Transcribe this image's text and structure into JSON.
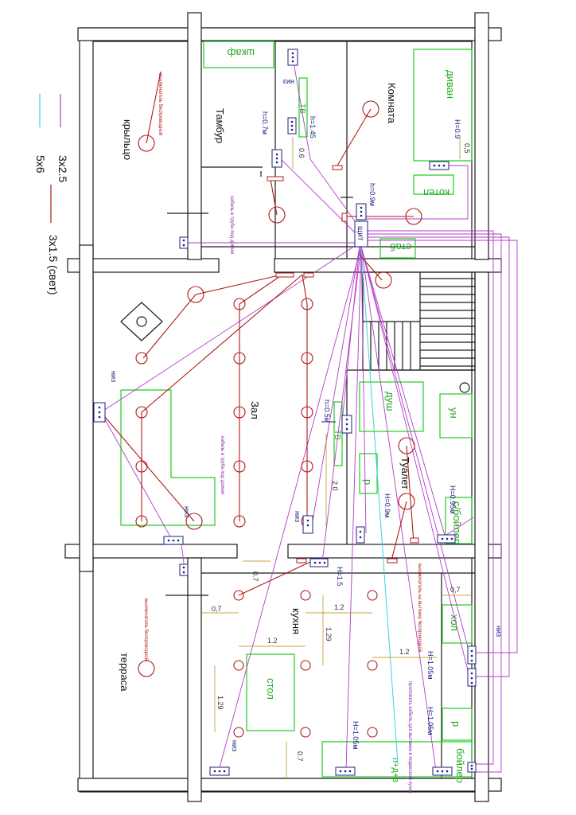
{
  "legend": {
    "items": [
      {
        "label": "3х2.5",
        "color": "#b23cc8"
      },
      {
        "label": "5х6",
        "color": "#3fd0d6"
      },
      {
        "label": "3х1.5 (свет)",
        "color": "#b01a1a"
      }
    ]
  },
  "rooms": {
    "komnata": "Комната",
    "tambur": "Тамбур",
    "kryltso": "крыльцо",
    "zal": "Зал",
    "tualet": "Туалет",
    "kukhnya": "кухня",
    "terrasa": "терраса"
  },
  "furniture": {
    "shkaf": "шкаф",
    "divan": "диван",
    "tv1": "ТВ",
    "tv2": "ТВ",
    "kotel": "котел",
    "stab": "стаб",
    "dush": "душ",
    "un": "ун",
    "r1": "р",
    "r2": "р",
    "boiler1": "с/бойлер",
    "hol": "хол",
    "stol": "стол",
    "boiler2": "бойлер",
    "ptv": "п+д+в"
  },
  "panel_label": "щит",
  "heights": {
    "h07": "h=0.7м",
    "h145": "h=1.45",
    "h09a": "H=0.9",
    "h09b": "h=0.9м",
    "h05": "h=0.5м",
    "h09c": "H=0.9м",
    "h095": "H=0.95м",
    "h15": "H=1.5",
    "h105a": "H=1.05м",
    "h105b": "H=1.05м",
    "h105c": "H=1.05м"
  },
  "niz_labels": [
    "низ",
    "низ",
    "низ",
    "низ",
    "низ",
    "низ"
  ],
  "dimensions": {
    "d06": "0.6",
    "d05": "0,5",
    "d20": "2.0",
    "d07a": "0.7",
    "d07b": "0,7",
    "d07c": "0,7",
    "d07d": "0.7",
    "d12a": "1.2",
    "d129a": "1.29",
    "d12b": "1.2",
    "d12c": "1.2",
    "d129b": "1.29"
  },
  "notes": {
    "switch1": "выключатель беспроводной",
    "switch2": "выключатель беспроводной",
    "switch3": "выключатель на вытяжку беспроводной",
    "cable1": "кабель в трубе под домом",
    "cable2": "кабель в трубе под домом",
    "cable3": "проложить кабель для вытяжки в подвесной кухне"
  }
}
